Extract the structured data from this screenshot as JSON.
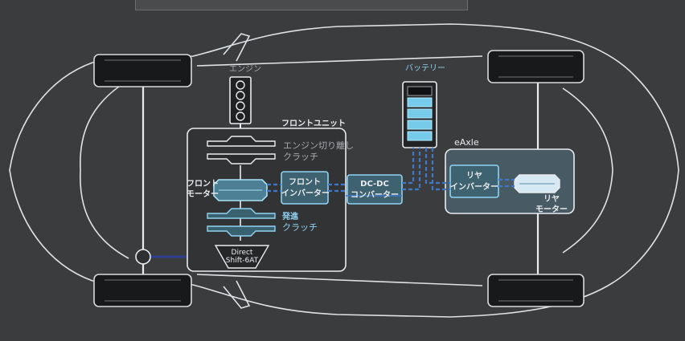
{
  "labels": {
    "engine": "エンジン",
    "battery": "バッテリー",
    "front_unit": "フロントユニット",
    "engine_clutch_line1": "エンジン切り離し",
    "engine_clutch_line2": "クラッチ",
    "front_motor_line1": "フロント",
    "front_motor_line2": "モーター",
    "front_inverter_line1": "フロント",
    "front_inverter_line2": "インバーター",
    "dcdc_line1": "DC-DC",
    "dcdc_line2": "コンバーター",
    "eaxle": "eAxle",
    "rear_inverter_line1": "リヤ",
    "rear_inverter_line2": "インバーター",
    "rear_motor_line1": "リヤ",
    "rear_motor_line2": "モーター",
    "start_clutch_line1": "発進",
    "start_clutch_line2": "クラッチ",
    "transmission_line1": "Direct",
    "transmission_line2": "Shift-6AT"
  },
  "colors": {
    "background": "#3b3c3e",
    "outline": "#e9ecef",
    "highlight": "#8fd3f2",
    "power_line": "#3f78c8",
    "driveshaft": "#2d3f8e"
  }
}
